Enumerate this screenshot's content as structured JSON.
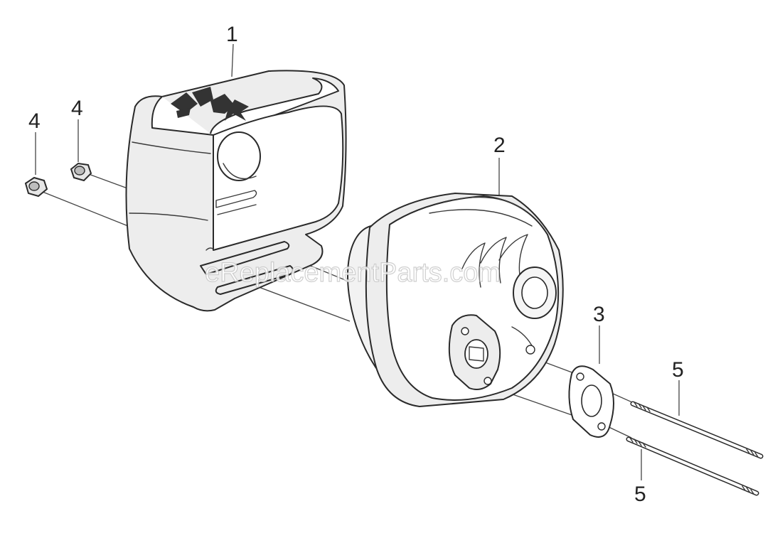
{
  "diagram": {
    "parts": [
      {
        "id": "muffler-guard",
        "callout": "1"
      },
      {
        "id": "muffler",
        "callout": "2"
      },
      {
        "id": "gasket",
        "callout": "3"
      },
      {
        "id": "nut-a",
        "callout": "4"
      },
      {
        "id": "nut-b",
        "callout": "4"
      },
      {
        "id": "stud-upper",
        "callout": "5"
      },
      {
        "id": "stud-lower",
        "callout": "5"
      }
    ],
    "watermark": "eReplacementParts.com"
  },
  "colors": {
    "line": "#2a2a2a",
    "fill_light": "#ededed",
    "background": "#ffffff"
  }
}
